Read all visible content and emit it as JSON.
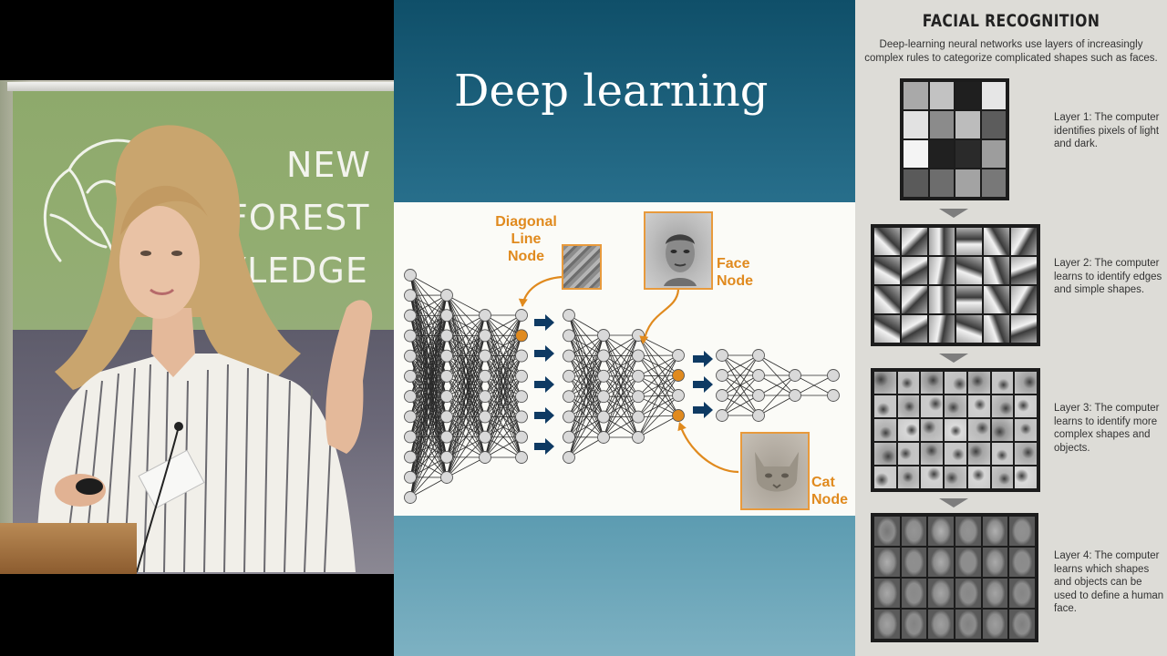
{
  "speaker_video": {
    "banner_lines": [
      "NEW",
      "FOREST",
      "VLEDGE"
    ]
  },
  "slide": {
    "title": "Deep learning",
    "diagram": {
      "diagonal_label": "Diagonal\nLine\nNode",
      "face_label": "Face\nNode",
      "cat_label": "Cat\nNode"
    }
  },
  "infographic": {
    "title": "FACIAL RECOGNITION",
    "subtitle": "Deep-learning neural networks use layers of increasingly complex rules to categorize complicated shapes such as faces.",
    "layers": [
      {
        "description": "Layer 1: The computer identifies pixels of light and dark."
      },
      {
        "description": "Layer 2: The computer learns to identify edges and simple shapes."
      },
      {
        "description": "Layer 3: The computer learns to identify more complex shapes and objects."
      },
      {
        "description": "Layer 4: The computer learns which shapes and objects can be used to define a human face."
      }
    ],
    "layer1_grays": [
      "#a9a9a9",
      "#c2c2c2",
      "#1f1f1f",
      "#e6e6e6",
      "#e2e2e2",
      "#8b8b8b",
      "#bcbcbc",
      "#5c5c5c",
      "#f4f4f4",
      "#202020",
      "#2a2a2a",
      "#9d9d9d",
      "#5a5a5a",
      "#6d6d6d",
      "#a3a3a3",
      "#787878"
    ]
  },
  "colors": {
    "accent_orange": "#e08a1e",
    "arrow_navy": "#0e3a63",
    "slide_teal": "#1e6582"
  }
}
